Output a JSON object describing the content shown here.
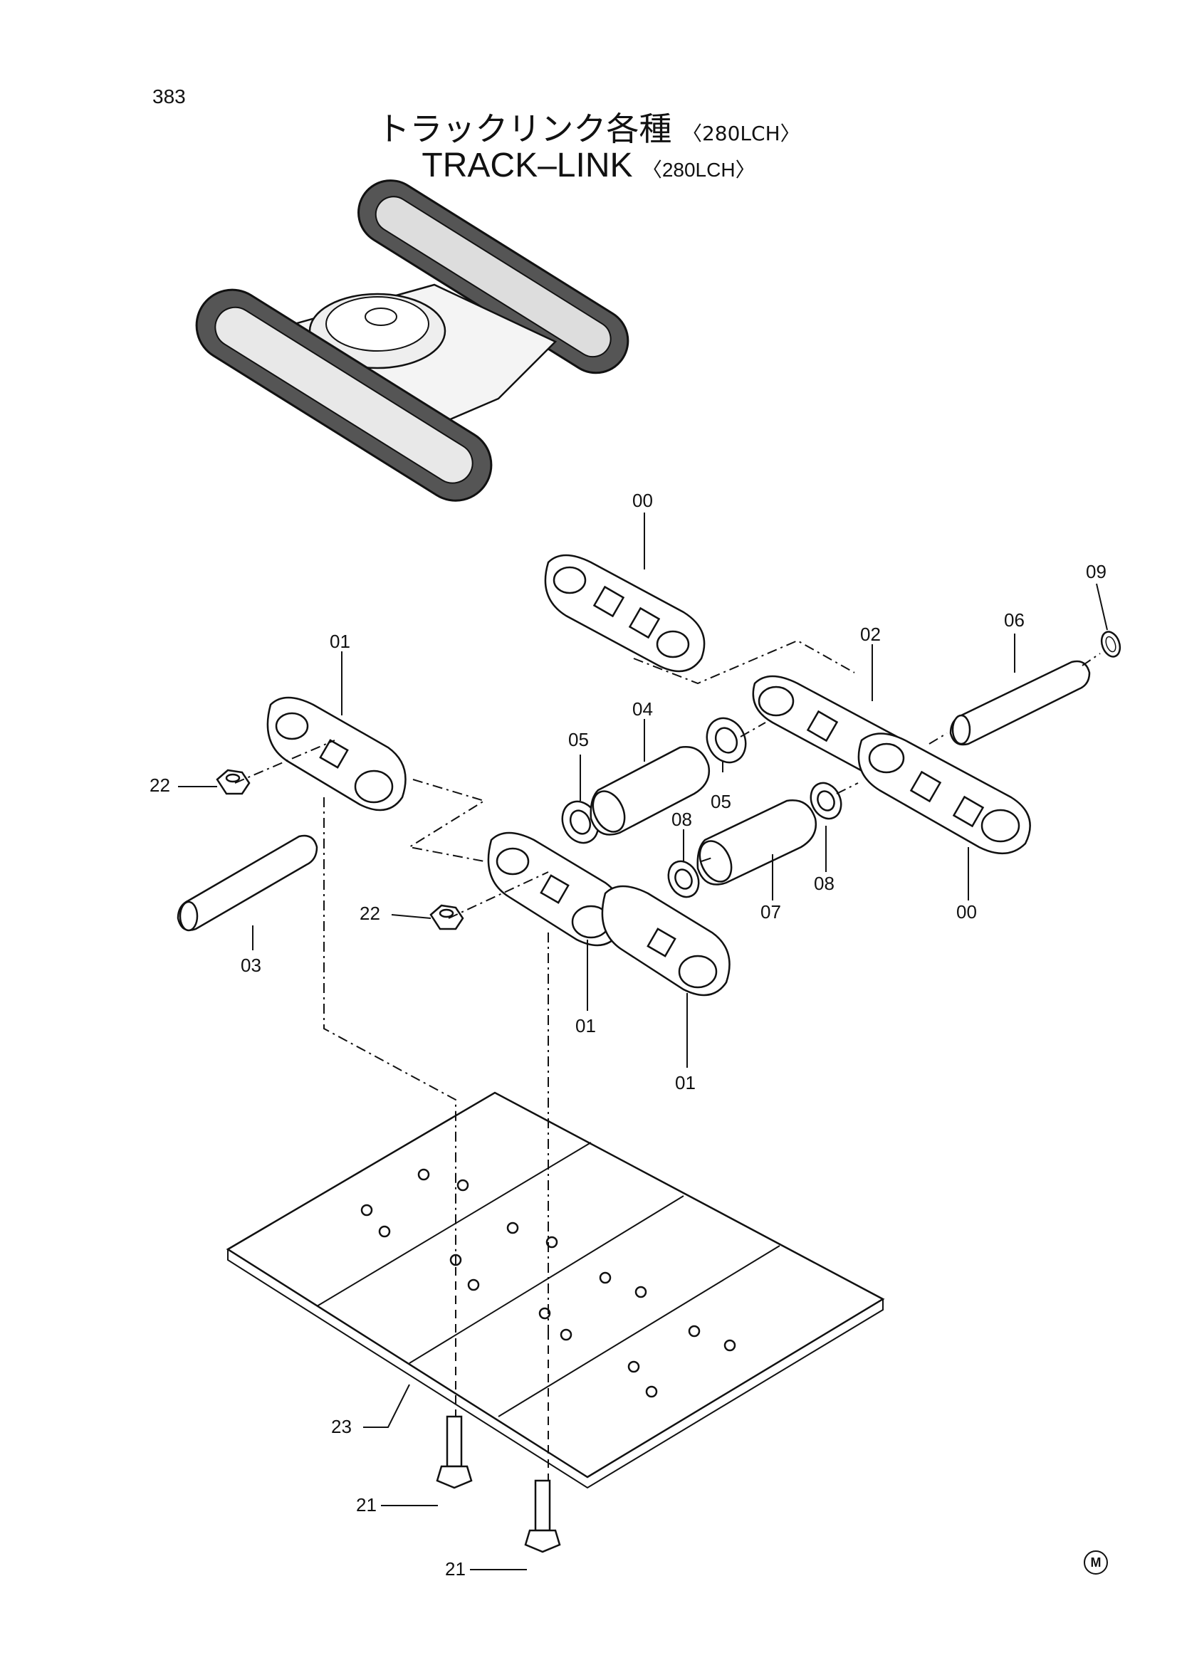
{
  "page_number": "383",
  "title_jp": "トラックリンク各種",
  "title_en": "TRACK–LINK",
  "model": "〈280LCH〉",
  "mark": "M",
  "callouts": {
    "c00a": "00",
    "c09": "09",
    "c06": "06",
    "c02": "02",
    "c01a": "01",
    "c04": "04",
    "c05a": "05",
    "c05b": "05",
    "c22a": "22",
    "c08a": "08",
    "c08b": "08",
    "c07": "07",
    "c00b": "00",
    "c22b": "22",
    "c03": "03",
    "c01b": "01",
    "c01c": "01",
    "c23": "23",
    "c21a": "21",
    "c21b": "21"
  }
}
